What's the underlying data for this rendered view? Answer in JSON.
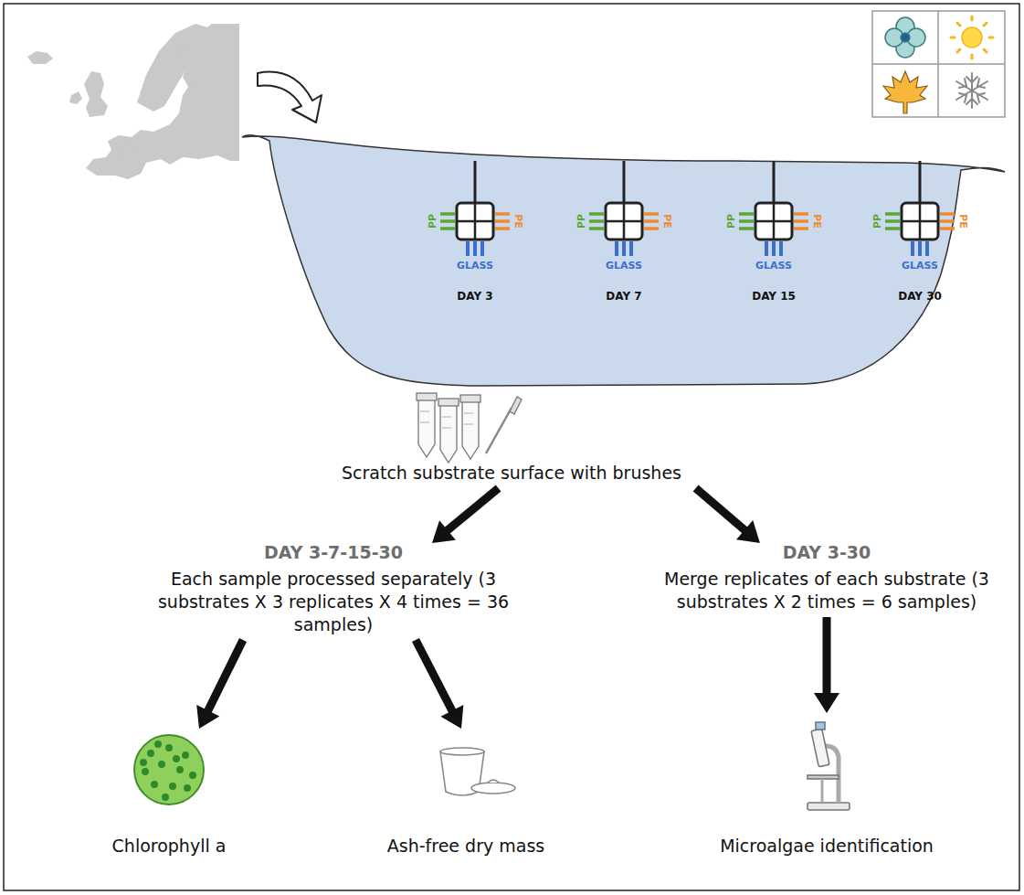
{
  "diagram": {
    "nodes": [
      {
        "text": [
          "Scratch substrate surface with brushes"
        ]
      },
      {
        "text": [
          "DAY 3-7-15-30",
          "Each sample processed separately (3 substrates X 3 replicates X 4 times = 36 samples)"
        ]
      },
      {
        "text": [
          "DAY 3-30",
          "Merge replicates of each substrate (3 substrates X 2 times = 6 samples)"
        ]
      },
      {
        "text": [
          "Chlorophyll a"
        ]
      },
      {
        "text": [
          "Ash-free dry mass"
        ]
      },
      {
        "text": [
          "Microalgae identification"
        ]
      }
    ],
    "edges": [
      {
        "from": 0,
        "to": 1,
        "arrow": "to"
      },
      {
        "from": 0,
        "to": 2,
        "arrow": "to"
      },
      {
        "from": 1,
        "to": 3,
        "arrow": "to"
      },
      {
        "from": 1,
        "to": 4,
        "arrow": "to"
      },
      {
        "from": 2,
        "to": 5,
        "arrow": "to"
      }
    ],
    "labels": [
      "PP",
      "PE",
      "GLASS",
      "DAY 3",
      "PP",
      "PE",
      "GLASS",
      "DAY 7",
      "PP",
      "PE",
      "GLASS",
      "DAY 15",
      "PP",
      "PE",
      "GLASS",
      "DAY 30"
    ]
  }
}
